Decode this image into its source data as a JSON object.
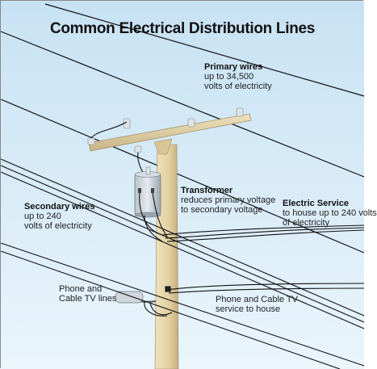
{
  "title": "Common Electrical Distribution Lines",
  "labels": {
    "primary": {
      "heading": "Primary wires",
      "line1": "up to 34,500",
      "line2": "volts of electricity"
    },
    "transformer": {
      "heading": "Transformer",
      "line1": "reduces primary voltage",
      "line2": "to secondary voltage"
    },
    "secondary": {
      "heading": "Secondary wires",
      "line1": "up to 240",
      "line2": "volts of electricity"
    },
    "service": {
      "heading": "Electric Service",
      "line1": "to house up to 240 volts",
      "line2": "of electricity"
    },
    "phone_lines": {
      "line1": "Phone and",
      "line2": "Cable TV lines"
    },
    "phone_service": {
      "line1": "Phone and Cable TV",
      "line2": "service to house"
    }
  },
  "colors": {
    "sky_top": "#c9e3f3",
    "sky_bottom": "#e9f4fb",
    "pole": "#e4d3a8",
    "pole_shade": "#c9b487",
    "wire": "#111111"
  }
}
